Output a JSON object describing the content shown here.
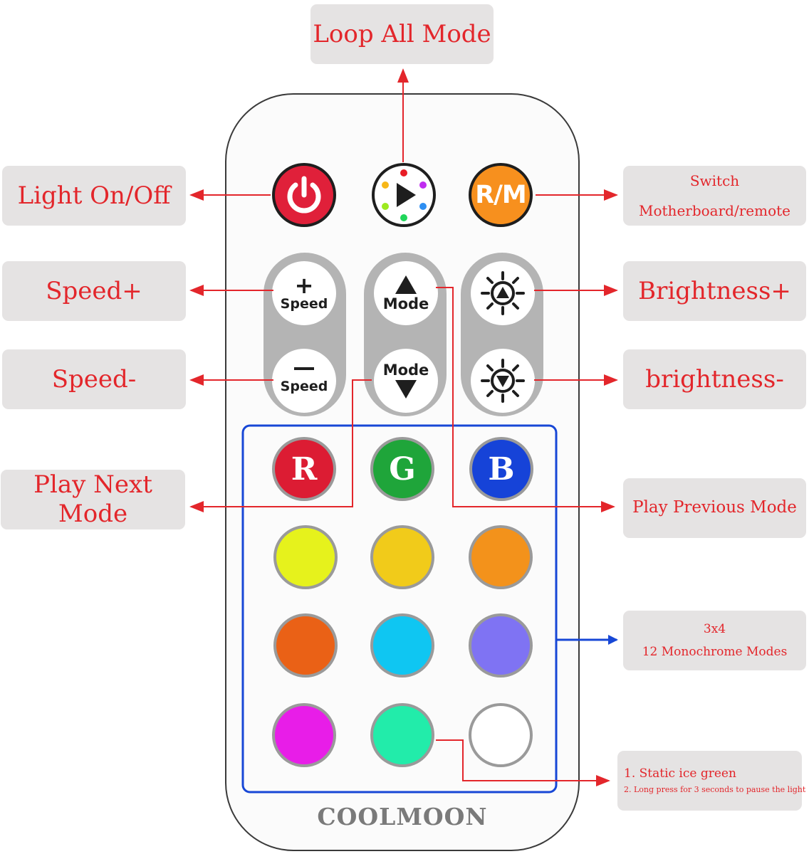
{
  "labels": {
    "loop_all": "Loop All Mode",
    "light_onoff": "Light On/Off",
    "switch_line1": "Switch",
    "switch_line2": "Motherboard/remote",
    "speed_plus": "Speed+",
    "speed_minus": "Speed-",
    "brightness_plus": "Brightness+",
    "brightness_minus": "brightness-",
    "play_next": "Play Next Mode",
    "play_previous": "Play Previous Mode",
    "mono_line1": "3x4",
    "mono_line2": "12 Monochrome Modes",
    "ice_line1": "1. Static ice green",
    "ice_line2": "2. Long press for 3 seconds  to pause the light"
  },
  "remote": {
    "brand": "COOLMOON",
    "rm_label": "R/M",
    "speed_text": "Speed",
    "mode_text": "Mode",
    "rgb": {
      "r": "R",
      "g": "G",
      "b": "B"
    }
  },
  "colors": {
    "annotation_red": "#e3262b",
    "highlight_blue": "#1747d6",
    "power": "#e0203a",
    "rm": "#f7901e",
    "red": "#dc1c33",
    "green": "#1fa53a",
    "blue": "#1643d8",
    "swatches": [
      "#e6f21c",
      "#f1cb1a",
      "#f3921b",
      "#ea6116",
      "#0fc6f2",
      "#7f73f3",
      "#e81de8",
      "#22ecaa",
      "#ffffff"
    ]
  }
}
